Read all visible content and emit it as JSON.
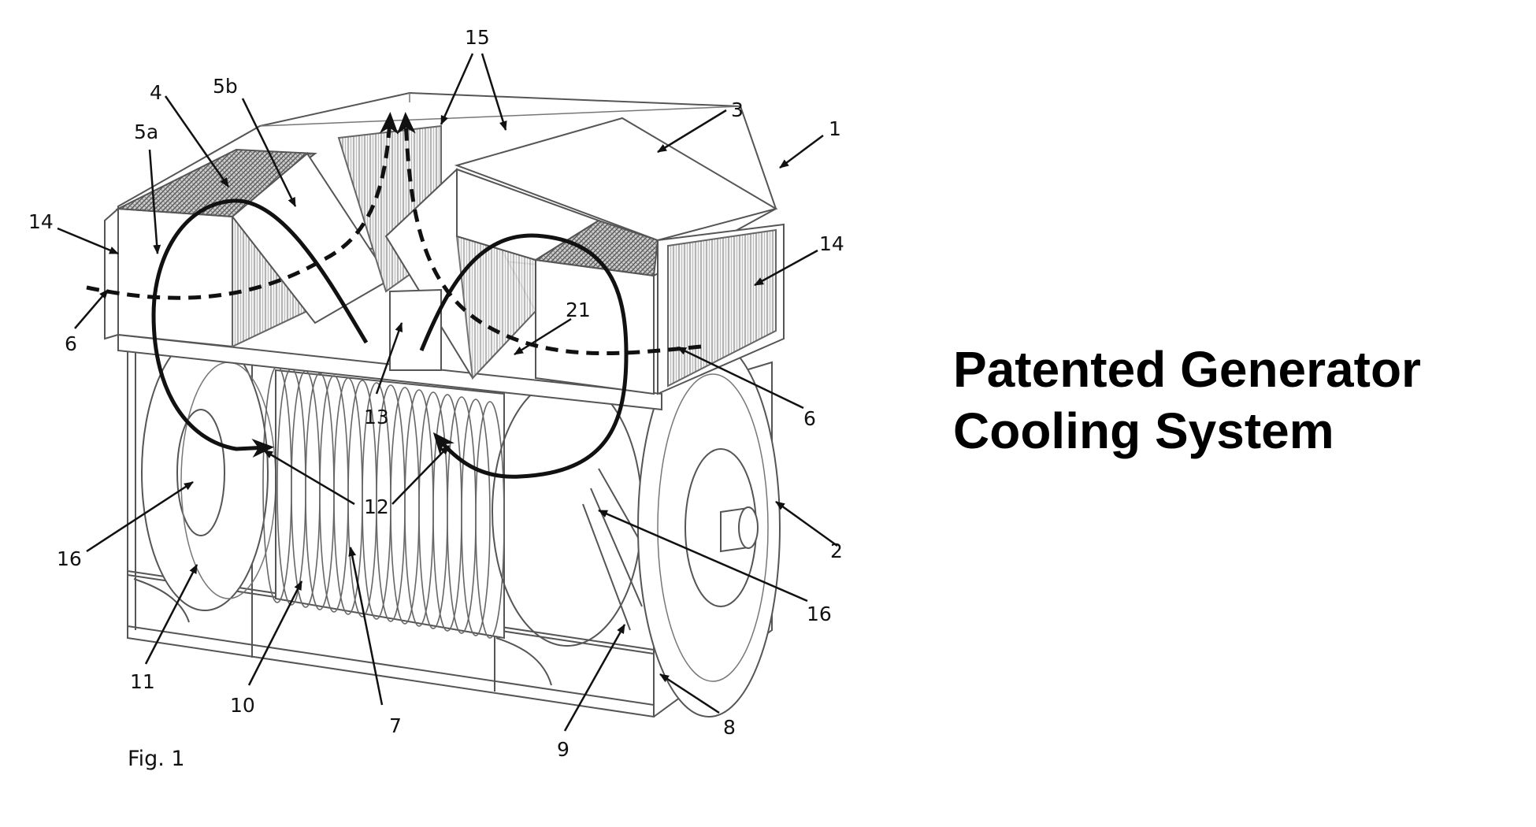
{
  "title": {
    "line1": "Patented Generator",
    "line2": "Cooling System"
  },
  "figure": {
    "caption": "Fig. 1",
    "reference_numerals": [
      {
        "id": "r15",
        "text": "15"
      },
      {
        "id": "r4",
        "text": "4"
      },
      {
        "id": "r5b",
        "text": "5b"
      },
      {
        "id": "r3",
        "text": "3"
      },
      {
        "id": "r1",
        "text": "1"
      },
      {
        "id": "r5a",
        "text": "5a"
      },
      {
        "id": "r14a",
        "text": "14"
      },
      {
        "id": "r14b",
        "text": "14"
      },
      {
        "id": "r21",
        "text": "21"
      },
      {
        "id": "r6a",
        "text": "6"
      },
      {
        "id": "r6b",
        "text": "6"
      },
      {
        "id": "r13",
        "text": "13"
      },
      {
        "id": "r12",
        "text": "12"
      },
      {
        "id": "r2",
        "text": "2"
      },
      {
        "id": "r16a",
        "text": "16"
      },
      {
        "id": "r16b",
        "text": "16"
      },
      {
        "id": "r11",
        "text": "11"
      },
      {
        "id": "r10",
        "text": "10"
      },
      {
        "id": "r7",
        "text": "7"
      },
      {
        "id": "r9",
        "text": "9"
      },
      {
        "id": "r8",
        "text": "8"
      }
    ]
  }
}
